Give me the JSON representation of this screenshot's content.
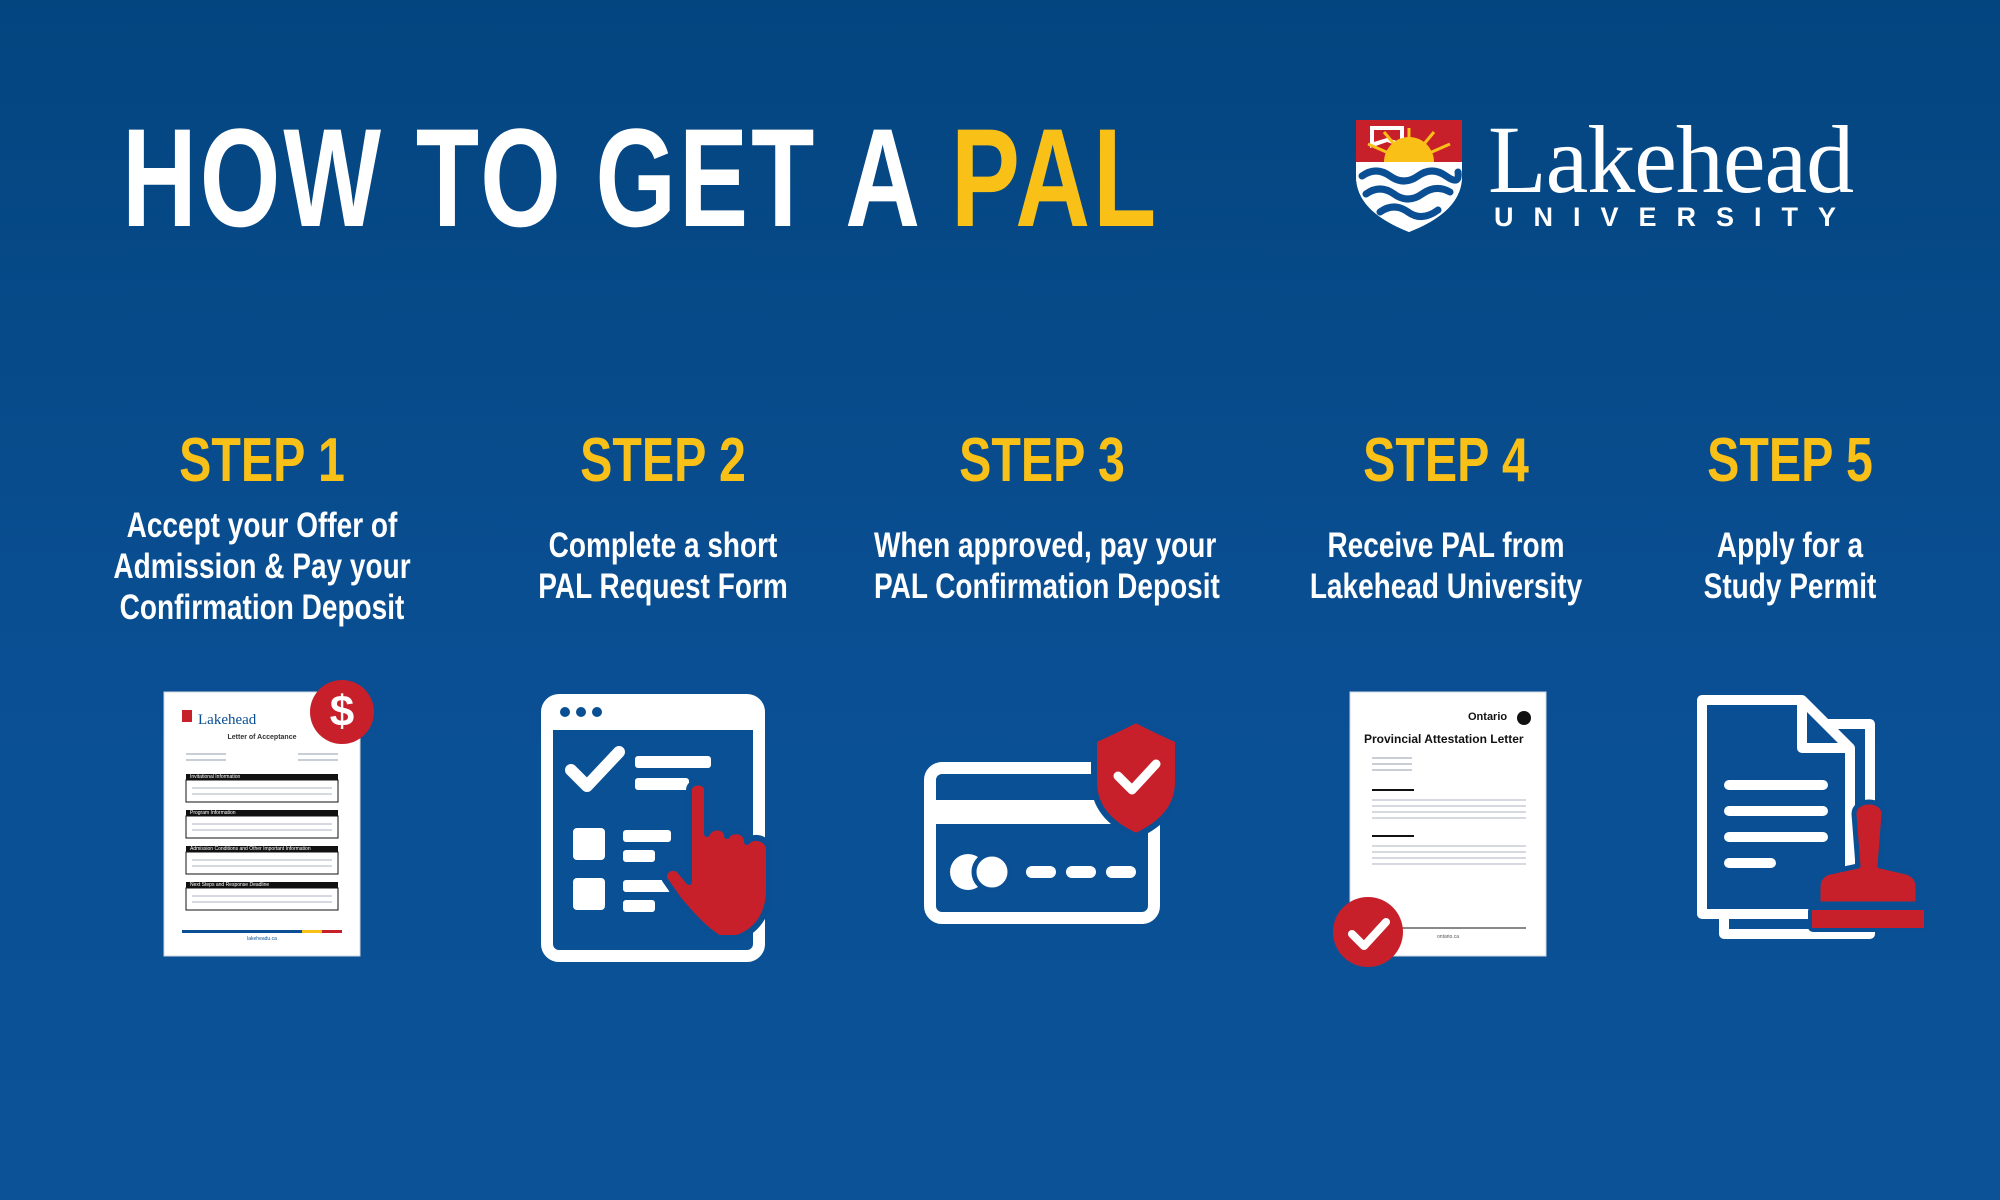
{
  "header": {
    "title_prefix": "HOW TO GET A ",
    "title_accent": "PAL"
  },
  "logo": {
    "wordmark": "Lakehead",
    "subtitle": "UNIVERSITY"
  },
  "colors": {
    "background": "#0a4f93",
    "accent": "#f9c018",
    "red": "#c8202a",
    "white": "#ffffff"
  },
  "steps": [
    {
      "title": "STEP 1",
      "lines": [
        "Accept your Offer of",
        "Admission & Pay your",
        "Confirmation Deposit"
      ],
      "icon": "offer-letter-icon",
      "doc": {
        "brand": "Lakehead",
        "heading": "Letter of Acceptance",
        "sections": [
          "Invitational Information",
          "Program Information",
          "Admission Conditions and Other Important Information",
          "Next Steps and Response Deadline"
        ],
        "badge": "$",
        "footer": "lakeheadu.ca"
      }
    },
    {
      "title": "STEP 2",
      "lines": [
        "Complete a short",
        "PAL Request Form"
      ],
      "icon": "request-form-icon"
    },
    {
      "title": "STEP 3",
      "lines": [
        "When approved, pay your",
        "PAL Confirmation Deposit"
      ],
      "icon": "credit-card-shield-icon"
    },
    {
      "title": "STEP 4",
      "lines": [
        "Receive PAL from",
        "Lakehead University"
      ],
      "icon": "attestation-letter-icon",
      "doc": {
        "brand": "Ontario",
        "heading": "Provincial Attestation Letter",
        "footer": "ontario.ca"
      }
    },
    {
      "title": "STEP 5",
      "lines": [
        "Apply for a",
        "Study Permit"
      ],
      "icon": "documents-stamp-icon"
    }
  ]
}
